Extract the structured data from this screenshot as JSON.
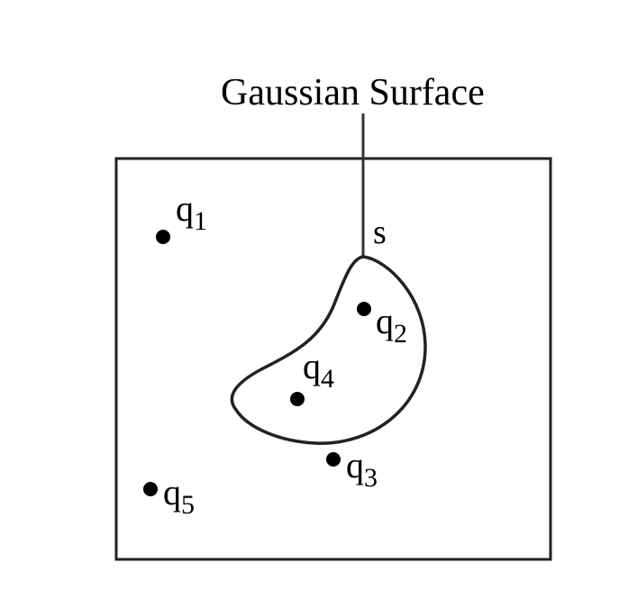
{
  "title": "Gaussian Surface",
  "surface_label": "s",
  "charges": [
    {
      "name": "q",
      "sub": "1",
      "inside": false
    },
    {
      "name": "q",
      "sub": "2",
      "inside": true
    },
    {
      "name": "q",
      "sub": "3",
      "inside": false
    },
    {
      "name": "q",
      "sub": "4",
      "inside": true
    },
    {
      "name": "q",
      "sub": "5",
      "inside": false
    }
  ],
  "colors": {
    "stroke": "#222222",
    "ink": "#000000",
    "background": "#ffffff"
  }
}
